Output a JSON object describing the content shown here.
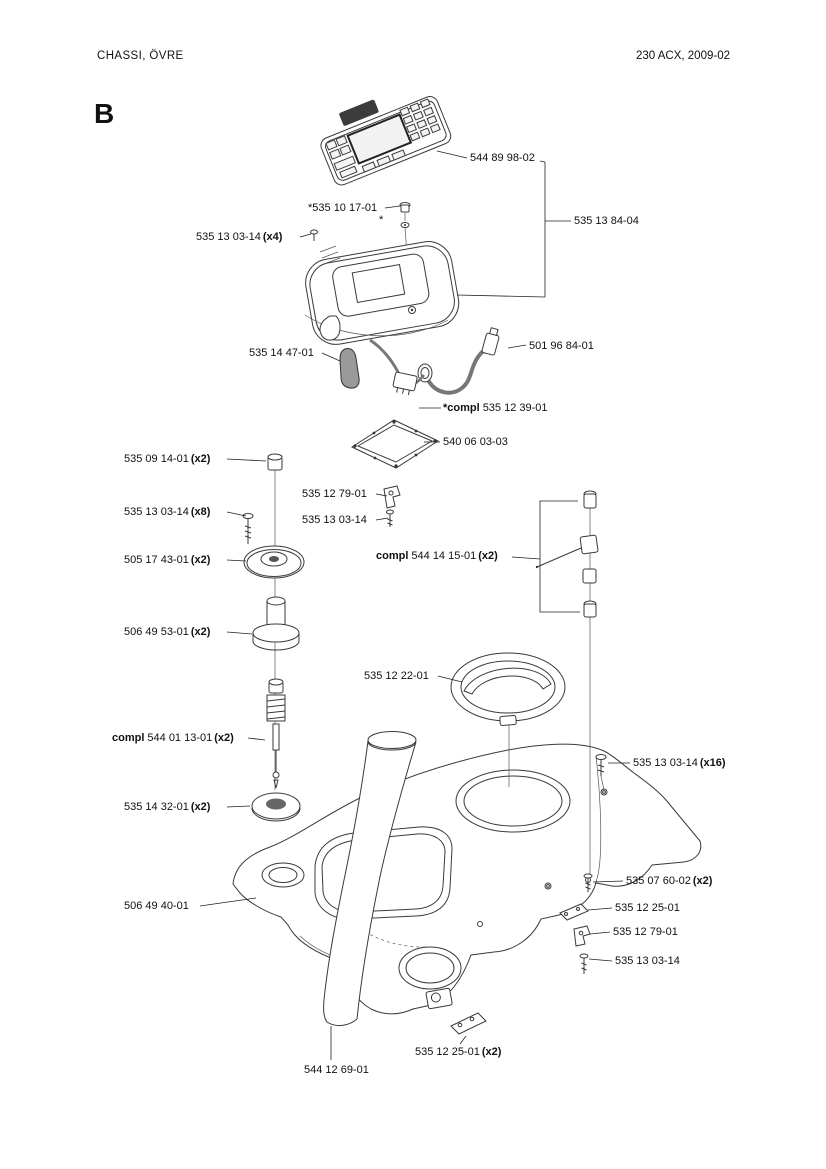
{
  "page": {
    "header_left": "CHASSI, ÖVRE",
    "header_right": "230 ACX, 2009-02",
    "section_label": "B"
  },
  "labels": {
    "display_panel": {
      "number": "544 89 98-02"
    },
    "plug": {
      "number": "*535 10 17-01"
    },
    "asterisk_mark": {
      "number": "*"
    },
    "cover_assembly": {
      "number": "535 13 84-04"
    },
    "screw_x4": {
      "number": "535 13 03-14",
      "qty": "(x4)"
    },
    "rubber_seal": {
      "number": "535 14 47-01"
    },
    "cable": {
      "number": "501 96 84-01"
    },
    "connector_compl": {
      "prefix": "*compl",
      "number": "535 12 39-01"
    },
    "gasket": {
      "number": "540 06 03-03"
    },
    "spacer_x2": {
      "number": "535 09 14-01",
      "qty": "(x2)"
    },
    "clip_upper": {
      "number": "535 12 79-01"
    },
    "screw_x8": {
      "number": "535 13 03-14",
      "qty": "(x8)"
    },
    "screw_single_upper": {
      "number": "535 13 03-14"
    },
    "washer_x2": {
      "number": "505 17 43-01",
      "qty": "(x2)"
    },
    "antenna_compl": {
      "prefix": "compl",
      "number": "544 14 15-01",
      "qty": "(x2)"
    },
    "bushing_x2": {
      "number": "506 49 53-01",
      "qty": "(x2)"
    },
    "cap": {
      "number": "535 12 22-01"
    },
    "pin_compl": {
      "prefix": "compl",
      "number": "544 01 13-01",
      "qty": "(x2)"
    },
    "screw_x16": {
      "number": "535 13 03-14",
      "qty": "(x16)"
    },
    "grommet_x2": {
      "number": "535 14 32-01",
      "qty": "(x2)"
    },
    "screw_x2_right": {
      "number": "535 07 60-02",
      "qty": "(x2)"
    },
    "chassis": {
      "number": "506 49 40-01"
    },
    "plate_right": {
      "number": "535 12 25-01"
    },
    "clip_lower": {
      "number": "535 12 79-01"
    },
    "screw_lower_right": {
      "number": "535 13 03-14"
    },
    "plate_bottom_x2": {
      "number": "535 12 25-01",
      "qty": "(x2)"
    },
    "tube": {
      "number": "544 12 69-01"
    }
  }
}
